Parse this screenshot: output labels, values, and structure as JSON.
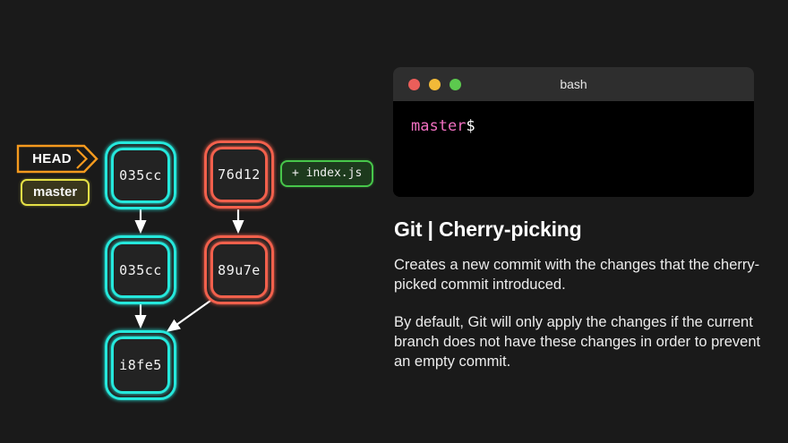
{
  "background_color": "#1a1a1a",
  "diagram": {
    "refs": [
      {
        "name": "HEAD",
        "type": "head-pointer",
        "color": "#f59a1e"
      },
      {
        "name": "master",
        "type": "branch-tag",
        "color": "#e5e046"
      }
    ],
    "file_badge": {
      "label": "+ index.js",
      "color": "#47c64a"
    },
    "nodes": [
      {
        "id": "n1",
        "label": "035cc",
        "color": "#25e8dc",
        "branch": "master",
        "row": 1,
        "column": "left"
      },
      {
        "id": "n2",
        "label": "76d12",
        "color": "#f2604c",
        "branch": "feature",
        "row": 1,
        "column": "right"
      },
      {
        "id": "n3",
        "label": "035cc",
        "color": "#25e8dc",
        "branch": "master",
        "row": 2,
        "column": "left"
      },
      {
        "id": "n4",
        "label": "89u7e",
        "color": "#f2604c",
        "branch": "feature",
        "row": 2,
        "column": "right"
      },
      {
        "id": "n5",
        "label": "i8fe5",
        "color": "#25e8dc",
        "branch": "master",
        "row": 3,
        "column": "left"
      }
    ],
    "edges": [
      {
        "from": "n1",
        "to": "n3",
        "style": "straight",
        "color": "#ffffff"
      },
      {
        "from": "n2",
        "to": "n4",
        "style": "straight",
        "color": "#ffffff"
      },
      {
        "from": "n3",
        "to": "n5",
        "style": "straight",
        "color": "#ffffff"
      },
      {
        "from": "n4",
        "to": "n5",
        "style": "diagonal",
        "color": "#ffffff"
      }
    ]
  },
  "terminal": {
    "title": "bash",
    "buttons": [
      "close",
      "minimize",
      "maximize"
    ],
    "prompt_branch": "master",
    "prompt_sign": "$"
  },
  "content": {
    "heading": "Git | Cherry-picking",
    "paragraphs": [
      "Creates a new commit with the changes that the cherry-picked commit introduced.",
      "By default, Git will only apply the changes if the current branch does not have these changes in order to prevent an empty commit."
    ]
  }
}
